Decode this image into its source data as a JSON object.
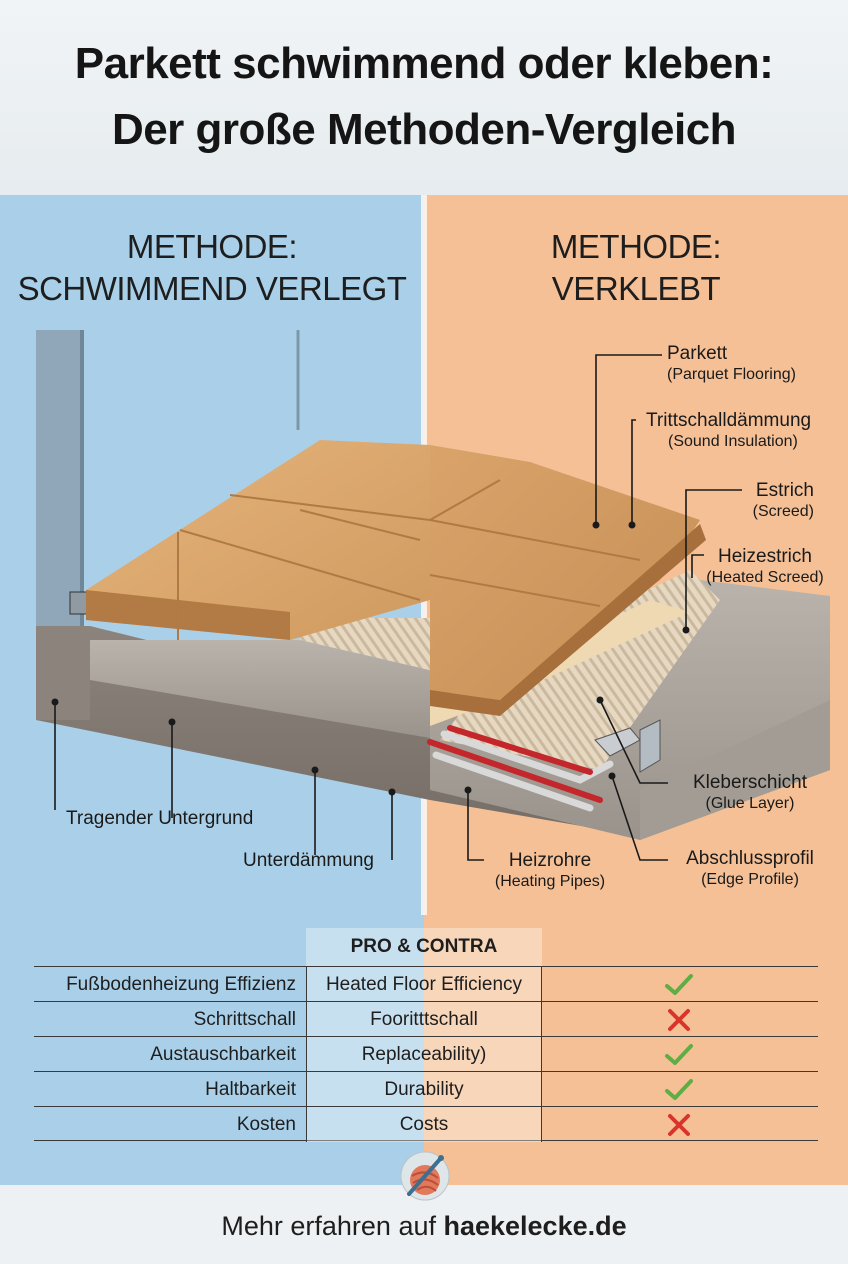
{
  "title": {
    "line1": "Parkett schwimmend oder kleben:",
    "line2": "Der große Methoden-Vergleich"
  },
  "methods": {
    "left": {
      "line1": "METHODE:",
      "line2": "SCHWIMMEND VERLEGT"
    },
    "right": {
      "line1": "METHODE:",
      "line2": "VERKLEBT"
    }
  },
  "labels": {
    "parkett": {
      "de": "Parkett",
      "en": "(Parquet Flooring)"
    },
    "trittschall": {
      "de": "Trittschalldämmung",
      "en": "(Sound Insulation)"
    },
    "estrich": {
      "de": "Estrich",
      "en": "(Screed)"
    },
    "heizestrich": {
      "de": "Heizestrich",
      "en": "(Heated Screed)"
    },
    "kleberschicht": {
      "de": "Kleberschicht",
      "en": "(Glue Layer)"
    },
    "abschlussprofil": {
      "de": "Abschlussprofil",
      "en": "(Edge Profile)"
    },
    "heizrohre": {
      "de": "Heizrohre",
      "en": "(Heating Pipes)"
    },
    "tragender": {
      "de": "Tragender Untergrund"
    },
    "unterdaemmung": {
      "de": "Unterdämmung"
    }
  },
  "table": {
    "header": "PRO & CONTRA",
    "rows": [
      {
        "de": "Fußbodenheizung Effizienz",
        "en": "Heated Floor Efficiency",
        "rating": "check"
      },
      {
        "de": "Schrittschall",
        "en": "Fooritttschall",
        "rating": "cross"
      },
      {
        "de": "Austauschbarkeit",
        "en": "Replaceability)",
        "rating": "check"
      },
      {
        "de": "Haltbarkeit",
        "en": "Durability",
        "rating": "check"
      },
      {
        "de": "Kosten",
        "en": "Costs",
        "rating": "cross"
      }
    ]
  },
  "footer": {
    "prefix": "Mehr erfahren auf ",
    "site": "haekelecke.de"
  },
  "colors": {
    "left_bg": "#a9d0e8",
    "right_bg": "#f5c095",
    "check": "#5fae45",
    "cross": "#d9342b",
    "wood": "#d9a36a"
  },
  "icons": {
    "check": "check-icon",
    "cross": "cross-icon",
    "logo": "yarn-crochet-logo"
  }
}
